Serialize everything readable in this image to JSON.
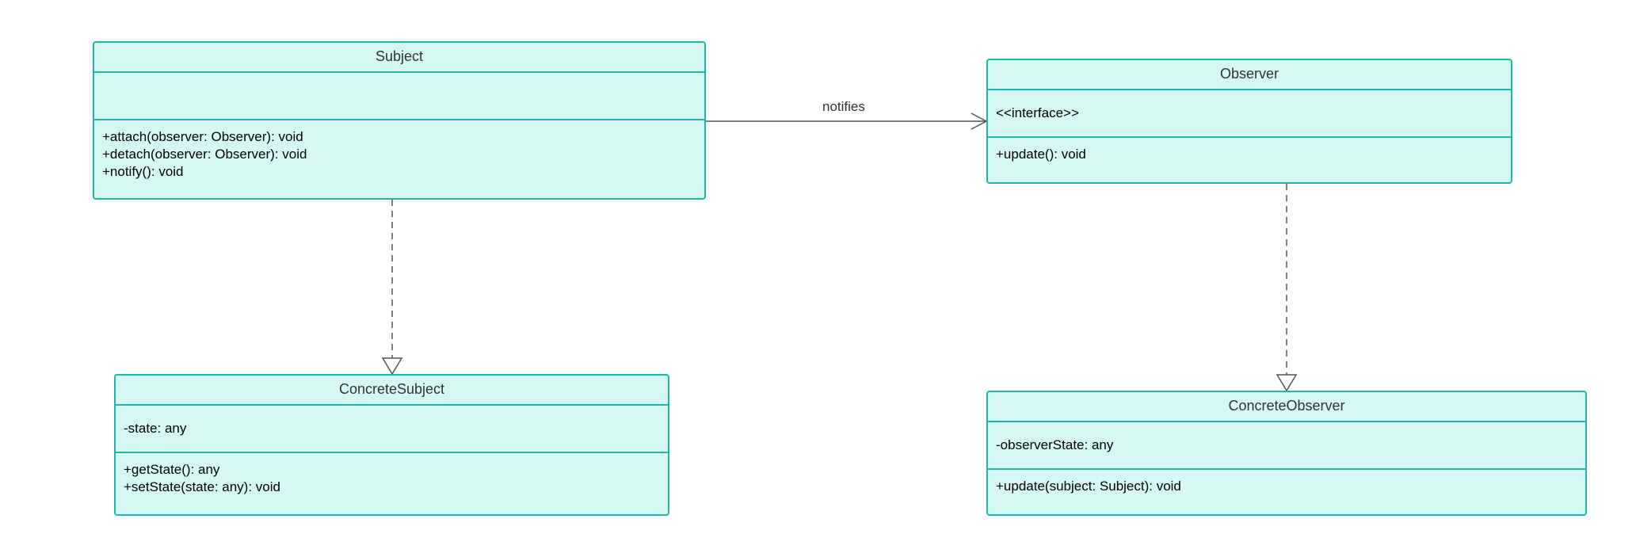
{
  "diagram": {
    "classes": {
      "subject": {
        "name": "Subject",
        "attributes": [],
        "methods": [
          "+attach(observer: Observer): void",
          "+detach(observer: Observer): void",
          "+notify(): void"
        ]
      },
      "observer": {
        "name": "Observer",
        "attributes": [
          "<<interface>>"
        ],
        "methods": [
          "+update(): void"
        ]
      },
      "concrete_subject": {
        "name": "ConcreteSubject",
        "attributes": [
          "-state: any"
        ],
        "methods": [
          "+getState(): any",
          "+setState(state: any): void"
        ]
      },
      "concrete_observer": {
        "name": "ConcreteObserver",
        "attributes": [
          "-observerState: any"
        ],
        "methods": [
          "+update(subject: Subject): void"
        ]
      }
    },
    "relations": {
      "notifies": {
        "label": "notifies",
        "from": "Subject",
        "to": "Observer",
        "kind": "association"
      },
      "subject_realization": {
        "from": "Subject",
        "to": "ConcreteSubject",
        "kind": "dashed-hollow-triangle"
      },
      "observer_realization": {
        "from": "Observer",
        "to": "ConcreteObserver",
        "kind": "dashed-hollow-triangle"
      }
    },
    "colors": {
      "box_fill": "#d5f8f2",
      "box_border": "#1fb8a6",
      "connector": "#555555"
    }
  }
}
